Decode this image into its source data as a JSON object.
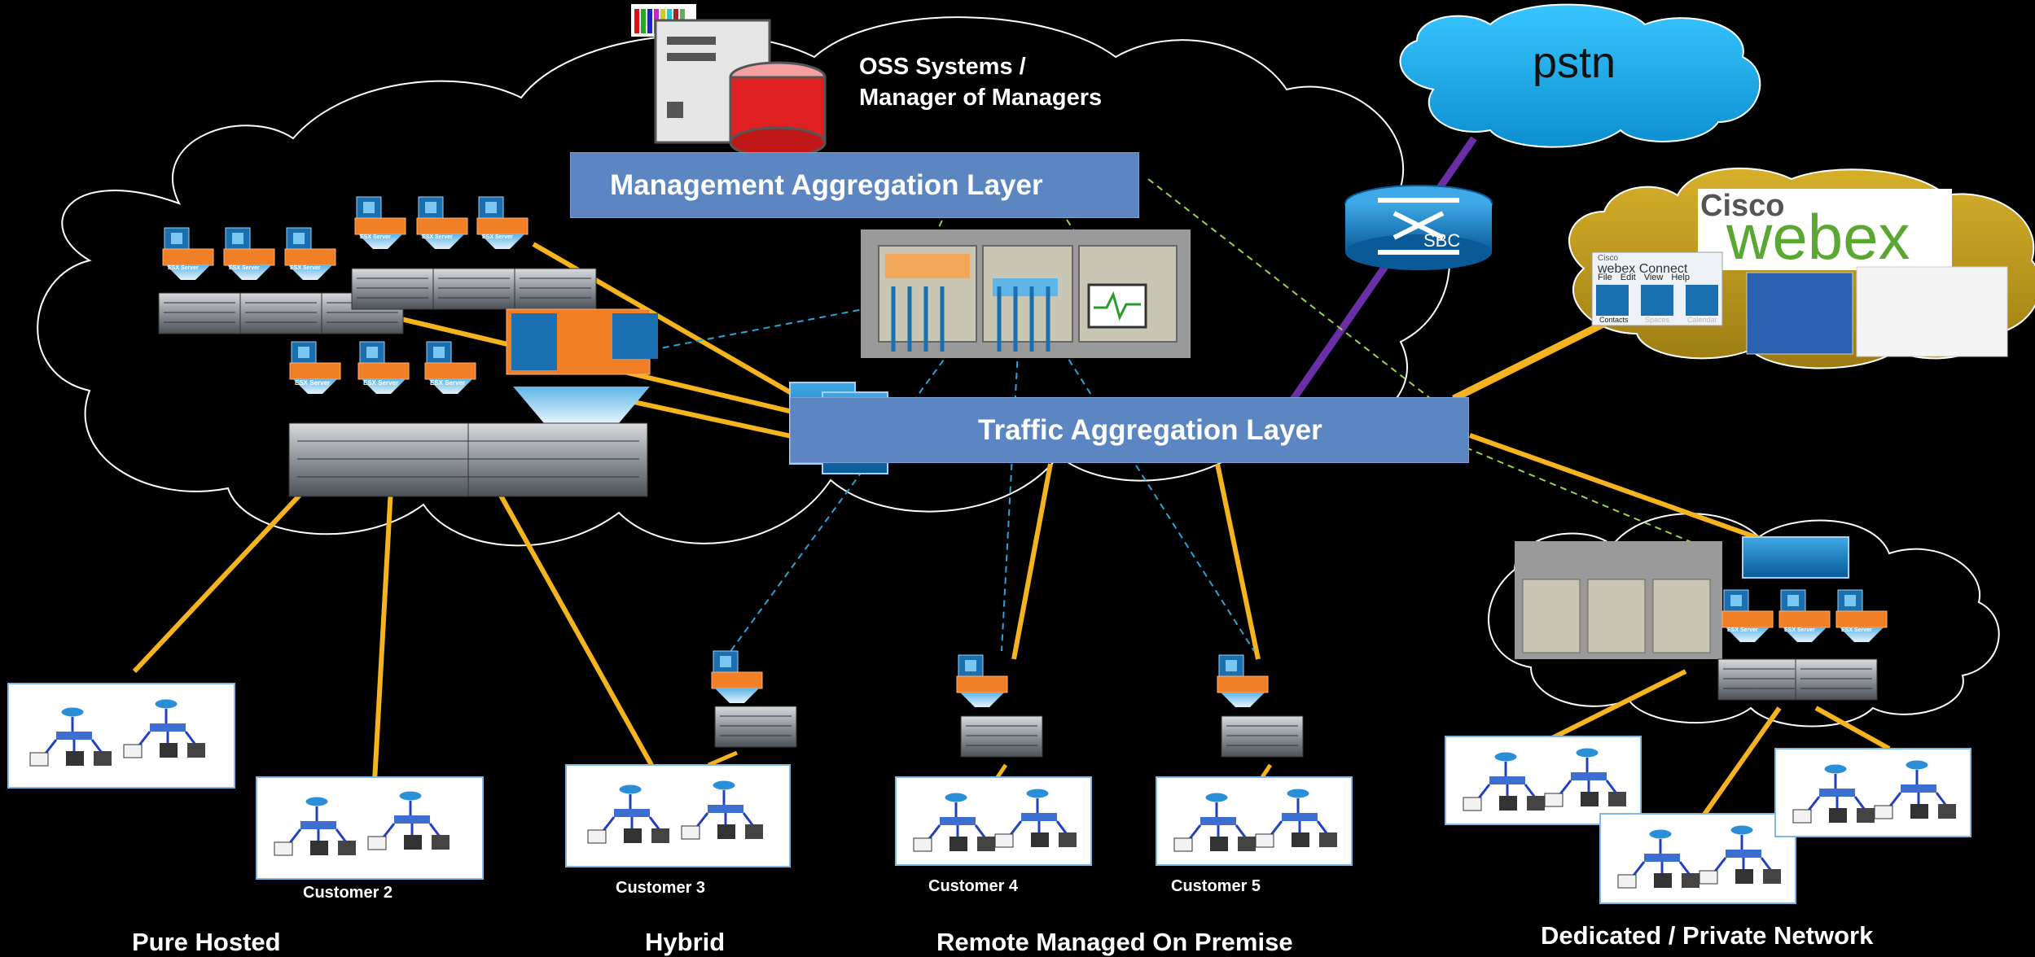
{
  "clouds": {
    "oss_label_line1": "OSS Systems /",
    "oss_label_line2": "Manager of Managers",
    "pstn": "pstn",
    "sbc": "SBC"
  },
  "layers": {
    "management": "Management Aggregation Layer",
    "traffic": "Traffic Aggregation Layer"
  },
  "webex": {
    "brand_top": "Cisco",
    "brand_main": "webex",
    "app_title_small": "Cisco",
    "app_title": "webex Connect",
    "menu": [
      "File",
      "Edit",
      "View",
      "Help"
    ],
    "tabs": [
      "Contacts",
      "Spaces",
      "Calendar"
    ]
  },
  "server_label": "ESX Server",
  "customers": [
    "Customer 2",
    "Customer 3",
    "Customer 4",
    "Customer 5"
  ],
  "deployment_models": {
    "pure_hosted": "Pure Hosted",
    "hybrid": "Hybrid",
    "remote_managed": "Remote Managed On Premise",
    "dedicated": "Dedicated / Private Network"
  },
  "colors": {
    "background": "#000000",
    "layer_box": "#5b86c2",
    "link_orange": "#f5b31e",
    "link_purple": "#6a2fa6",
    "pstn_cloud": "#1ab0ec",
    "webex_cloud": "#c9a21c",
    "server_orange": "#f07f26",
    "dashed_blue": "#29a3d9",
    "dashed_green": "#9ad34a"
  }
}
